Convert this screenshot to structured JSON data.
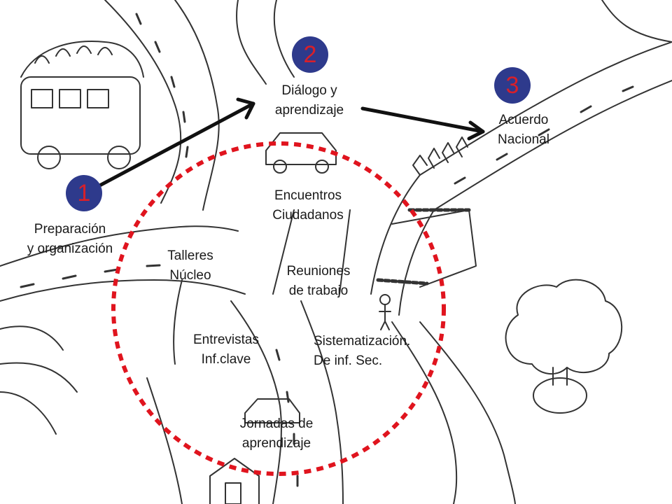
{
  "colors": {
    "badge_fill": "#2e3a8c",
    "badge_text": "#d8202a",
    "circle_stroke": "#e0141e",
    "arrow": "#111111",
    "label_text": "#1a1a1a"
  },
  "stages": [
    {
      "number": "1",
      "label_lines": [
        "Preparación",
        "y organización"
      ]
    },
    {
      "number": "2",
      "label_lines": [
        "Diálogo y",
        "aprendizaje"
      ]
    },
    {
      "number": "3",
      "label_lines": [
        "Acuerdo",
        "Nacional"
      ]
    }
  ],
  "activities": [
    {
      "lines": [
        "Encuentros",
        "Ciudadanos"
      ]
    },
    {
      "lines": [
        "Talleres",
        "Núcleo"
      ]
    },
    {
      "lines": [
        "Reuniones",
        "de trabajo"
      ]
    },
    {
      "lines": [
        "Entrevistas",
        "Inf.clave"
      ]
    },
    {
      "lines": [
        "Sistematización.",
        "De inf. Sec."
      ]
    },
    {
      "lines": [
        "Jornadas de",
        "aprendizaje"
      ]
    }
  ],
  "illustration": {
    "icons": [
      "bus-icon",
      "car-icon",
      "bridge-icon",
      "tree-icon",
      "road-icon",
      "person-icon",
      "house-icon"
    ]
  }
}
